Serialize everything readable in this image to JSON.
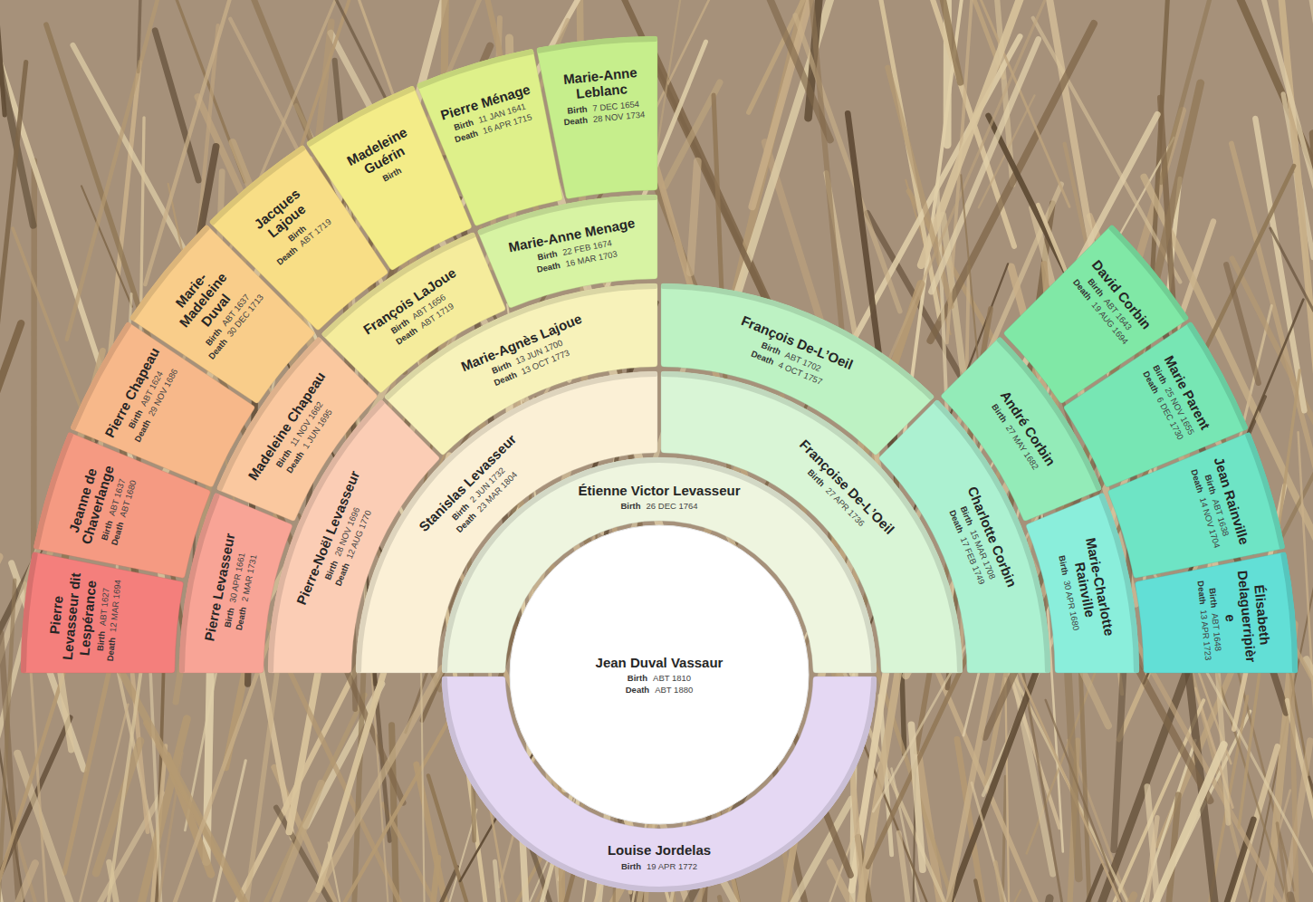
{
  "diagram": {
    "nodes": [
      {
        "text": [
          "Jean Duval Vassaur",
          "Birth",
          "ABT 1810",
          "Death",
          "ABT 1880"
        ]
      },
      {
        "text": [
          "Étienne Victor Levasseur",
          "Birth",
          "26 DEC 1764"
        ]
      },
      {
        "text": [
          "Louise Jordelas",
          "Birth",
          "19 APR 1772"
        ]
      },
      {
        "text": [
          "Stanislas Levasseur",
          "Birth",
          "2 JUN 1732",
          "Death",
          "23 MAR 1804"
        ]
      },
      {
        "text": [
          "Françoise De-L’Oeil",
          "Birth",
          "27 APR 1736"
        ]
      },
      {
        "text": [
          "Pierre-Noël Levasseur",
          "Birth",
          "28 NOV 1696",
          "Death",
          "12 AUG 1770"
        ]
      },
      {
        "text": [
          "Marie-Agnès Lajoue",
          "Birth",
          "13 JUN 1700",
          "Death",
          "13 OCT 1773"
        ]
      },
      {
        "text": [
          "François De-L’Oeil",
          "Birth",
          "ABT 1702",
          "Death",
          "4 OCT 1757"
        ]
      },
      {
        "text": [
          "Charlotte Corbin",
          "Birth",
          "15 MAR 1708",
          "Death",
          "17 FEB 1749"
        ]
      },
      {
        "text": [
          "Pierre Levasseur",
          "Birth",
          "30 APR 1661",
          "Death",
          "2 MAR 1731"
        ]
      },
      {
        "text": [
          "Madeleine Chapeau",
          "Birth",
          "11 NOV 1662",
          "Death",
          "1 JUN 1695"
        ]
      },
      {
        "text": [
          "François LaJoue",
          "Birth",
          "ABT 1656",
          "Death",
          "ABT 1719"
        ]
      },
      {
        "text": [
          "Marie-Anne Menage",
          "Birth",
          "22 FEB 1674",
          "Death",
          "16 MAR 1703"
        ]
      },
      {
        "text": [
          "André Corbin",
          "Birth",
          "27 MAY 1682"
        ]
      },
      {
        "text": [
          "Marie-Charlotte Rainville",
          "Birth",
          "30 APR 1680"
        ]
      },
      {
        "text": [
          "Pierre Levasseur dit Lespérance",
          "Birth",
          "ABT 1627",
          "Death",
          "12 MAR 1694"
        ]
      },
      {
        "text": [
          "Jeanne de Chaverlange",
          "Birth",
          "ABT 1637",
          "Death",
          "ABT 1680"
        ]
      },
      {
        "text": [
          "Pierre Chapeau",
          "Birth",
          "ABT 1624",
          "Death",
          "29 NOV 1686"
        ]
      },
      {
        "text": [
          "Marie-Madeleine Duval",
          "Birth",
          "ABT 1637",
          "Death",
          "30 DEC 1713"
        ]
      },
      {
        "text": [
          "Jacques Lajoue",
          "Birth",
          "Death",
          "ABT 1719"
        ]
      },
      {
        "text": [
          "Madeleine Guérin",
          "Birth"
        ]
      },
      {
        "text": [
          "Pierre Ménage",
          "Birth",
          "11 JAN 1641",
          "Death",
          "16 APR 1715"
        ]
      },
      {
        "text": [
          "Marie-Anne Leblanc",
          "Birth",
          "7 DEC 1654",
          "Death",
          "28 NOV 1734"
        ]
      },
      {
        "text": [
          "David Corbin",
          "Birth",
          "ABT 1643",
          "Death",
          "19 AUG 1694"
        ]
      },
      {
        "text": [
          "Marie Parent",
          "Birth",
          "25 NOV 1655",
          "Death",
          "6 DEC 1730"
        ]
      },
      {
        "text": [
          "Jean Rainville",
          "Birth",
          "ABT 1638",
          "Death",
          "14 NOV 1704"
        ]
      },
      {
        "text": [
          "Élisabeth Delaguerripière",
          "Birth",
          "ABT 1648",
          "Death",
          "13 APR 1723"
        ]
      }
    ]
  }
}
